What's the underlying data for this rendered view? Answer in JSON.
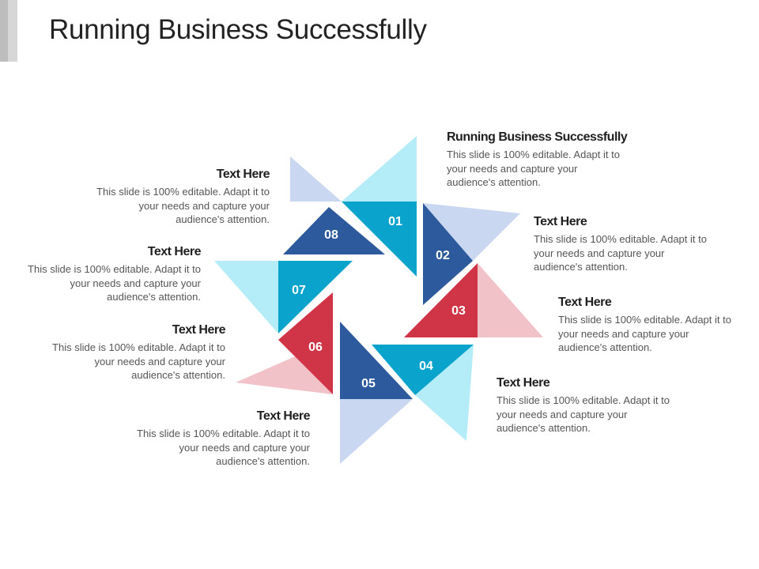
{
  "title": "Running Business Successfully",
  "colors": {
    "light_cyan": "#b4ecf8",
    "cyan": "#0aa3cb",
    "light_blue": "#c9d8f0",
    "dark_blue": "#2d5a9c",
    "light_pink": "#f2c2c9",
    "red": "#d03447"
  },
  "segments": [
    {
      "num": "01",
      "heading": "Running Business Successfully",
      "body": "This slide is 100% editable. Adapt it to your needs and capture your audience's attention."
    },
    {
      "num": "02",
      "heading": "Text Here",
      "body": "This slide is 100% editable. Adapt it to your needs and capture your audience's attention."
    },
    {
      "num": "03",
      "heading": "Text Here",
      "body": "This slide is 100% editable. Adapt it to your needs and capture your audience's attention."
    },
    {
      "num": "04",
      "heading": "Text Here",
      "body": "This slide is 100% editable. Adapt it to your needs and capture your audience's attention."
    },
    {
      "num": "05",
      "heading": "Text Here",
      "body": "This slide is 100% editable. Adapt it to your needs and capture your audience's attention."
    },
    {
      "num": "06",
      "heading": "Text Here",
      "body": "This slide is 100% editable. Adapt it to your needs and capture your audience's attention."
    },
    {
      "num": "07",
      "heading": "Text Here",
      "body": "This slide is 100% editable. Adapt it to your needs and capture your audience's attention."
    },
    {
      "num": "08",
      "heading": "Text Here",
      "body": "This slide is 100% editable. Adapt it to your needs and capture your audience's attention."
    }
  ]
}
